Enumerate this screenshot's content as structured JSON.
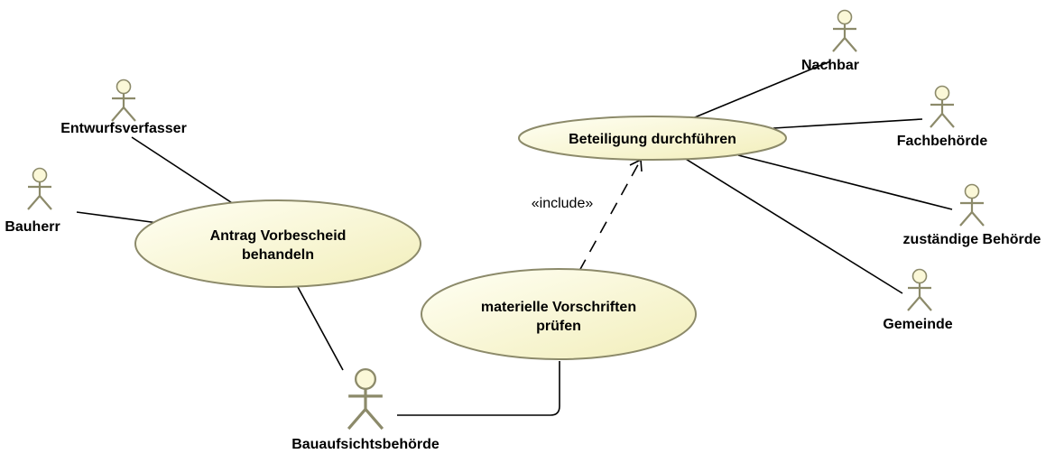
{
  "colors": {
    "usecase_fill_light": "#fffff4",
    "usecase_fill_dark": "#f2eeba",
    "outline": "#8c8a6a",
    "actor_head": "#fbf8d8",
    "line": "#000000"
  },
  "actors": {
    "entwurfsverfasser": "Entwurfsverfasser",
    "bauherr": "Bauherr",
    "bauaufsichtsbehoerde": "Bauaufsichtsbehörde",
    "nachbar": "Nachbar",
    "fachbehoerde": "Fachbehörde",
    "zustaendige_behoerde": "zuständige Behörde",
    "gemeinde": "Gemeinde"
  },
  "use_cases": {
    "antrag": {
      "line1": "Antrag Vorbescheid",
      "line2": "behandeln"
    },
    "vorschriften": {
      "line1": "materielle Vorschriften",
      "line2": "prüfen"
    },
    "beteiligung": {
      "line1": "Beteiligung durchführen"
    }
  },
  "relations": {
    "include_label": "«include»"
  }
}
